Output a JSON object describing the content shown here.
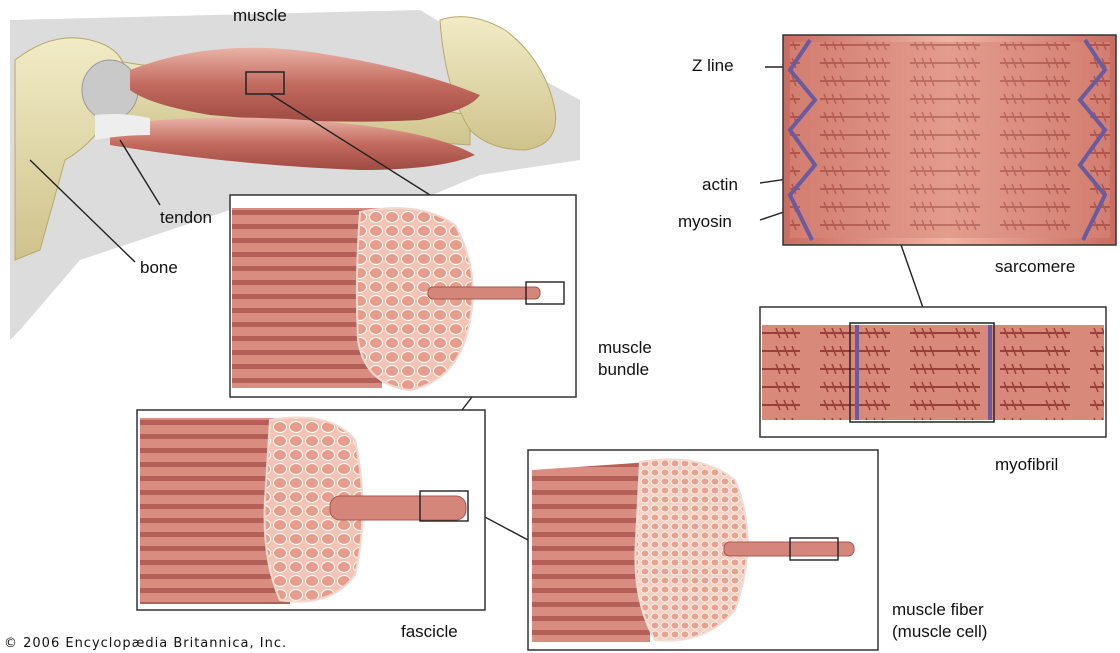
{
  "labels": {
    "muscle": "muscle",
    "tendon": "tendon",
    "bone": "bone",
    "muscle_bundle_line1": "muscle",
    "muscle_bundle_line2": "bundle",
    "fascicle": "fascicle",
    "muscle_fiber_line1": "muscle fiber",
    "muscle_fiber_line2": "(muscle cell)",
    "z_line": "Z line",
    "actin": "actin",
    "myosin": "myosin",
    "sarcomere": "sarcomere",
    "myofibril": "myofibril"
  },
  "copyright": "© 2006 Encyclopædia Britannica, Inc.",
  "colors": {
    "muscle": "#c9796d",
    "muscle_light": "#e7a99a",
    "bone": "#e4dcaa",
    "background_gray": "#d9d9d9",
    "sarcomere_pink": "#e79a8b",
    "z_line": "#6a5aa0"
  }
}
